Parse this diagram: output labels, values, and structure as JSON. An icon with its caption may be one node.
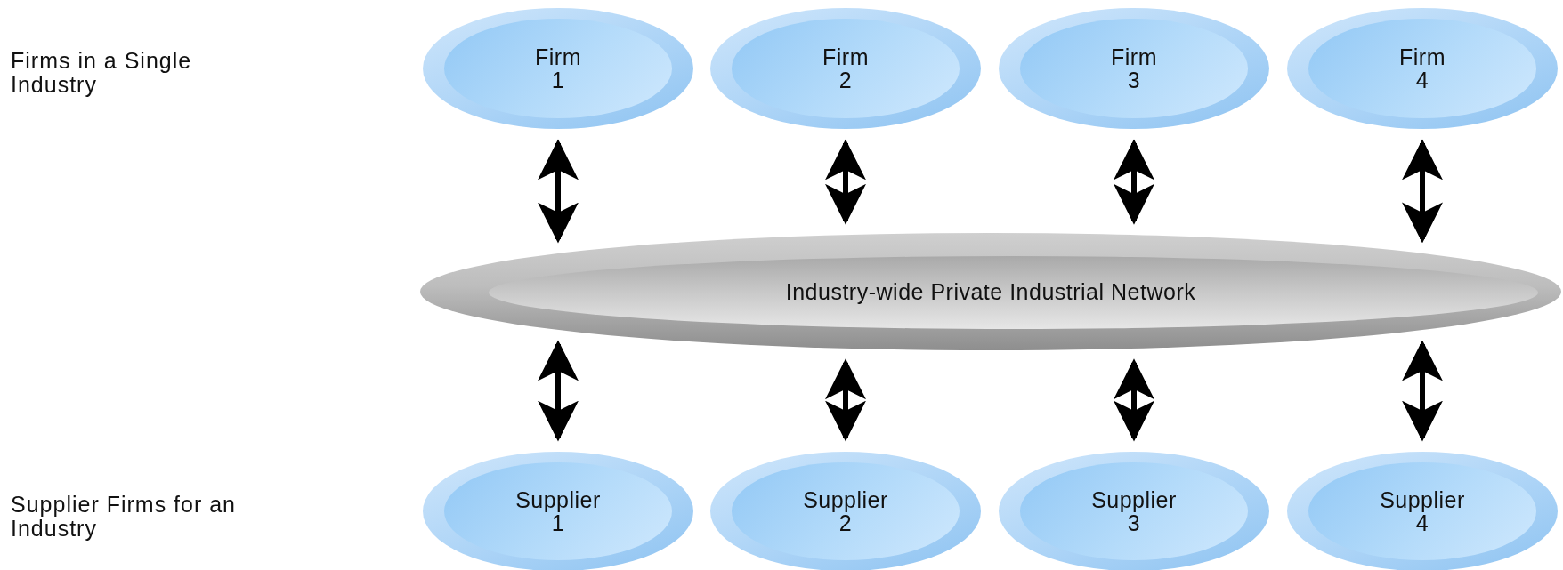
{
  "diagram": {
    "nodes": [
      {
        "text": [
          "Firm 1"
        ]
      },
      {
        "text": [
          "Firm 2"
        ]
      },
      {
        "text": [
          "Firm 3"
        ]
      },
      {
        "text": [
          "Firm 4"
        ]
      },
      {
        "text": [
          "Industry-wide Private Industrial Network"
        ]
      },
      {
        "text": [
          "Supplier 1"
        ]
      },
      {
        "text": [
          "Supplier 2"
        ]
      },
      {
        "text": [
          "Supplier 3"
        ]
      },
      {
        "text": [
          "Supplier 4"
        ]
      }
    ],
    "edges": [
      {
        "from": 0,
        "to": 4,
        "arrow": "both"
      },
      {
        "from": 1,
        "to": 4,
        "arrow": "both"
      },
      {
        "from": 2,
        "to": 4,
        "arrow": "both"
      },
      {
        "from": 3,
        "to": 4,
        "arrow": "both"
      },
      {
        "from": 4,
        "to": 5,
        "arrow": "both"
      },
      {
        "from": 4,
        "to": 6,
        "arrow": "both"
      },
      {
        "from": 4,
        "to": 7,
        "arrow": "both"
      },
      {
        "from": 4,
        "to": 8,
        "arrow": "both"
      }
    ],
    "labels": [
      "Firms in a Single Industry",
      "Supplier Firms for an Industry"
    ]
  }
}
